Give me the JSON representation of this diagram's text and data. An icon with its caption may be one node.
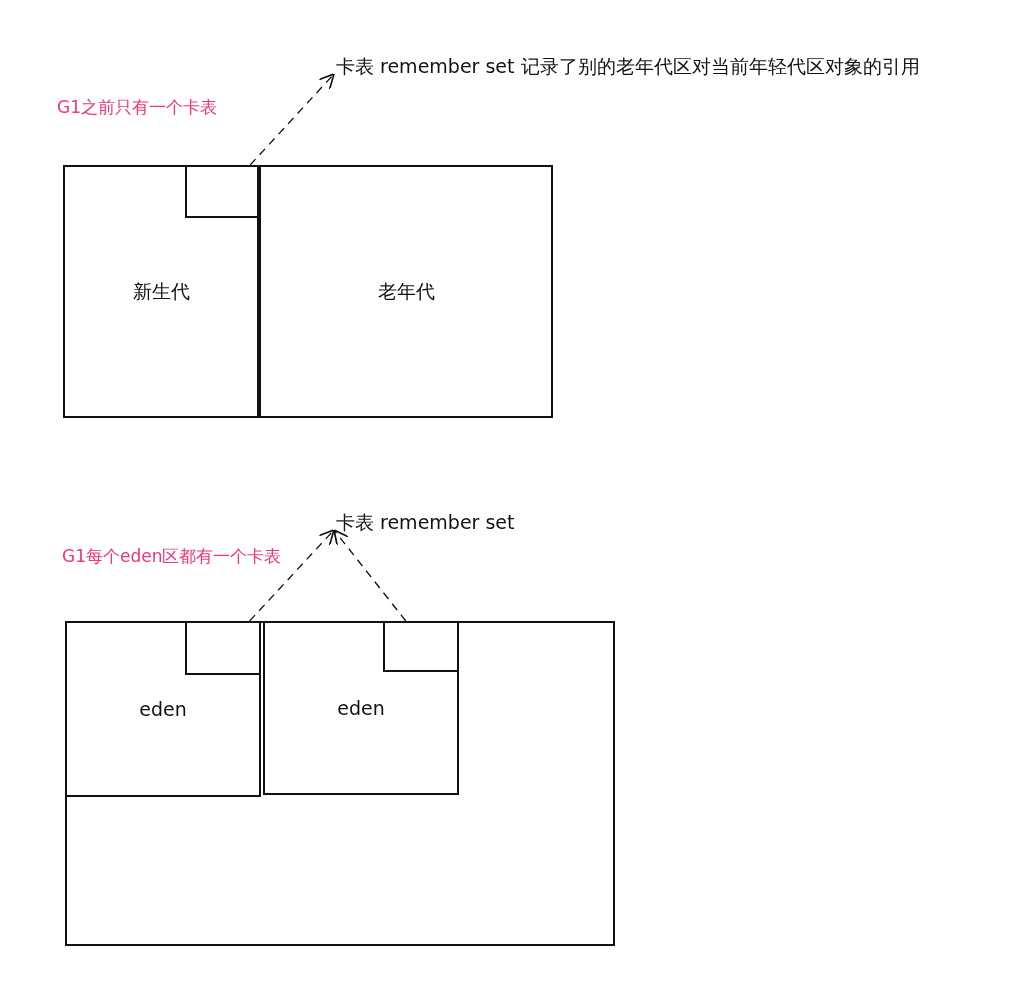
{
  "diagram": {
    "nodes": [
      {
        "text": [
          "卡表 remember set 记录了别的老年代区对当前年轻代区对象的引用"
        ]
      },
      {
        "text": [
          "新生代"
        ]
      },
      {
        "text": [],
        "shape": "box",
        "in": 1
      },
      {
        "text": [
          "老年代"
        ]
      },
      {
        "text": [
          "卡表 remember set"
        ]
      },
      {
        "text": [],
        "shape": "box"
      },
      {
        "text": [
          "eden"
        ],
        "in": 5
      },
      {
        "text": [],
        "shape": "box",
        "in": 6
      },
      {
        "text": [
          "eden"
        ],
        "in": 5
      },
      {
        "text": [],
        "shape": "box",
        "in": 8
      }
    ],
    "edges": [
      {
        "from": 2,
        "to": 0,
        "arrow": "to",
        "style": "dashed"
      },
      {
        "from": 7,
        "to": 4,
        "arrow": "to",
        "style": "dashed"
      },
      {
        "from": 9,
        "to": 4,
        "arrow": "to",
        "style": "dashed"
      }
    ],
    "labels": [
      "G1之前只有一个卡表",
      "G1每个eden区都有一个卡表"
    ]
  }
}
